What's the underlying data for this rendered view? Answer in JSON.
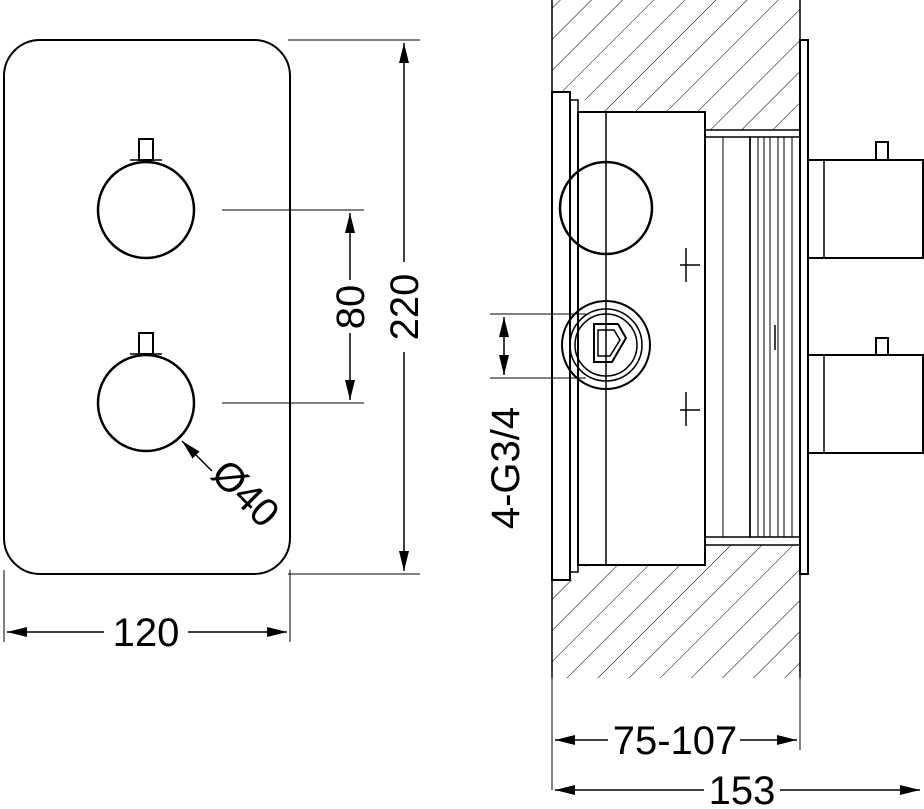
{
  "front_view": {
    "width_label": "120",
    "height_label": "220",
    "spacing_label": "80",
    "knob_diameter_label": "Ø40"
  },
  "side_view": {
    "connection_label": "4-G3/4",
    "depth_range_label": "75-107",
    "total_depth_label": "153"
  },
  "colors": {
    "line": "#000000",
    "background": "#ffffff"
  }
}
